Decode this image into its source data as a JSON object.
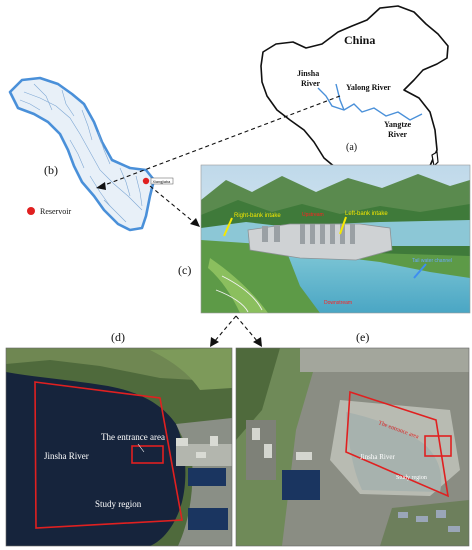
{
  "panels": {
    "a": "(a)",
    "b": "(b)",
    "c": "(c)",
    "d": "(d)",
    "e": "(e)"
  },
  "map_a": {
    "country": "China",
    "jinsha_line1": "Jinsha",
    "jinsha_line2": "River",
    "yalong": "Yalong River",
    "yangtze_line1": "Yangtze",
    "yangtze_line2": "River"
  },
  "map_b": {
    "legend_label": "Reservoir",
    "location_tag": "Xiangjiaba"
  },
  "dam_c": {
    "left_intake": "Right-bank intake",
    "upstream": "Upstream",
    "right_intake": "Left-bank intake",
    "outlet": "Tail water channel",
    "downstream": "Downstream"
  },
  "satellite_d": {
    "river": "Jinsha River",
    "entrance": "The entrance area",
    "study": "Study  region"
  },
  "satellite_e": {
    "entrance": "The entrance area",
    "river": "Jinsha River",
    "study": "Study region"
  },
  "colors": {
    "river_blue": "#4a90d9",
    "basin_fill": "#e8f0f8",
    "highlight_red": "#e02020",
    "water_dark": "#16243c"
  }
}
